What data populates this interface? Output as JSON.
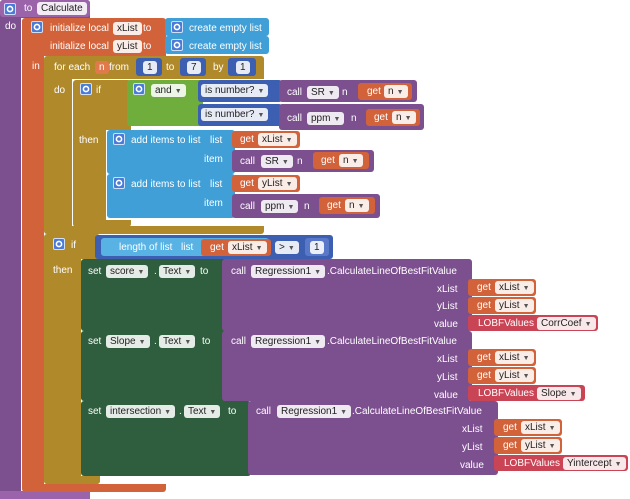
{
  "procedure": {
    "keyword": "to",
    "name": "Calculate",
    "do_label": "do"
  },
  "locals": {
    "init_label": "initialize local",
    "to_label": "to",
    "in_label": "in",
    "var1": "xList",
    "var2": "yList",
    "create_empty": "create empty list"
  },
  "foreach": {
    "label": "for each",
    "var": "n",
    "from_label": "from",
    "from": "1",
    "to_label": "to",
    "to": "7",
    "by_label": "by",
    "by": "1",
    "do_label": "do"
  },
  "if1": {
    "if_label": "if",
    "and_label": "and",
    "is_number": "is number?",
    "call_label": "call",
    "proc1": "SR",
    "proc2": "ppm",
    "param": "n",
    "get_label": "get",
    "get_var": "n",
    "then_label": "then",
    "add_items": "add items to list",
    "list_label": "list",
    "item_label": "item",
    "get_xlist": "xList",
    "get_ylist": "yList"
  },
  "if2": {
    "if_label": "if",
    "length_label": "length of list",
    "list_label": "list",
    "get_label": "get",
    "get_var": "xList",
    "op": ">",
    "value": "1",
    "then_label": "then"
  },
  "setters": [
    {
      "set_label": "set",
      "component": "score",
      "dot": ".",
      "property": "Text",
      "to_label": "to",
      "call_label": "call",
      "reg": "Regression1",
      "method": ".CalculateLineOfBestFitValue",
      "xlist_label": "xList",
      "ylist_label": "yList",
      "value_label": "value",
      "get_label": "get",
      "xvar": "xList",
      "yvar": "yList",
      "lobf": "LOBFValues",
      "lobf_value": "CorrCoef"
    },
    {
      "set_label": "set",
      "component": "Slope",
      "dot": ".",
      "property": "Text",
      "to_label": "to",
      "call_label": "call",
      "reg": "Regression1",
      "method": ".CalculateLineOfBestFitValue",
      "xlist_label": "xList",
      "ylist_label": "yList",
      "value_label": "value",
      "get_label": "get",
      "xvar": "xList",
      "yvar": "yList",
      "lobf": "LOBFValues",
      "lobf_value": "Slope"
    },
    {
      "set_label": "set",
      "component": "intersection",
      "dot": ".",
      "property": "Text",
      "to_label": "to",
      "call_label": "call",
      "reg": "Regression1",
      "method": ".CalculateLineOfBestFitValue",
      "xlist_label": "xList",
      "ylist_label": "yList",
      "value_label": "value",
      "get_label": "get",
      "xvar": "xList",
      "yvar": "yList",
      "lobf": "LOBFValues",
      "lobf_value": "Yintercept"
    }
  ],
  "colors": {
    "procedure": "#7c4f8f",
    "variable": "#d1623a",
    "control": "#b0892a",
    "logic": "#6fae3c",
    "math": "#3c5fb2",
    "list": "#3f9fd6",
    "text": "#c94454",
    "setter": "#2f5e3e"
  }
}
